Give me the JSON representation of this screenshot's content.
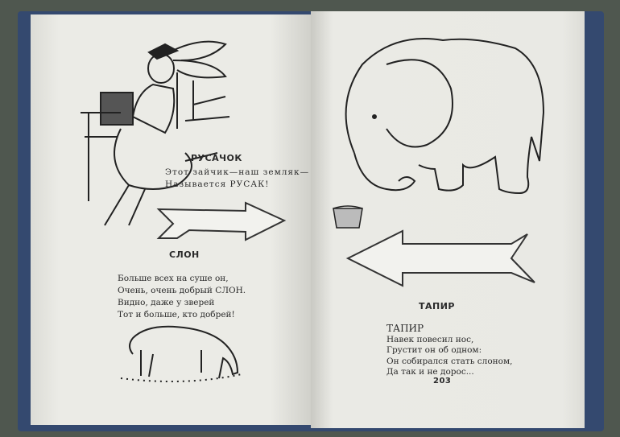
{
  "left_page": {
    "title1": "РУСАЧОК",
    "verse1": [
      "Этот зайчик—наш земляк—",
      "Называется РУСАК!"
    ],
    "title2": "СЛОН",
    "verse2": [
      "Больше всех на суше он,",
      "Очень, очень добрый СЛОН.",
      "Видно, даже у зверей",
      "Тот и больше, кто добрей!"
    ]
  },
  "right_page": {
    "title": "ТАПИР",
    "verse": [
      "ТАПИР",
      "Навек повесил нос,",
      "Грустит он об одном:",
      "Он собирался стать слоном,",
      "Да так и не дорос..."
    ],
    "page_number": "203"
  }
}
